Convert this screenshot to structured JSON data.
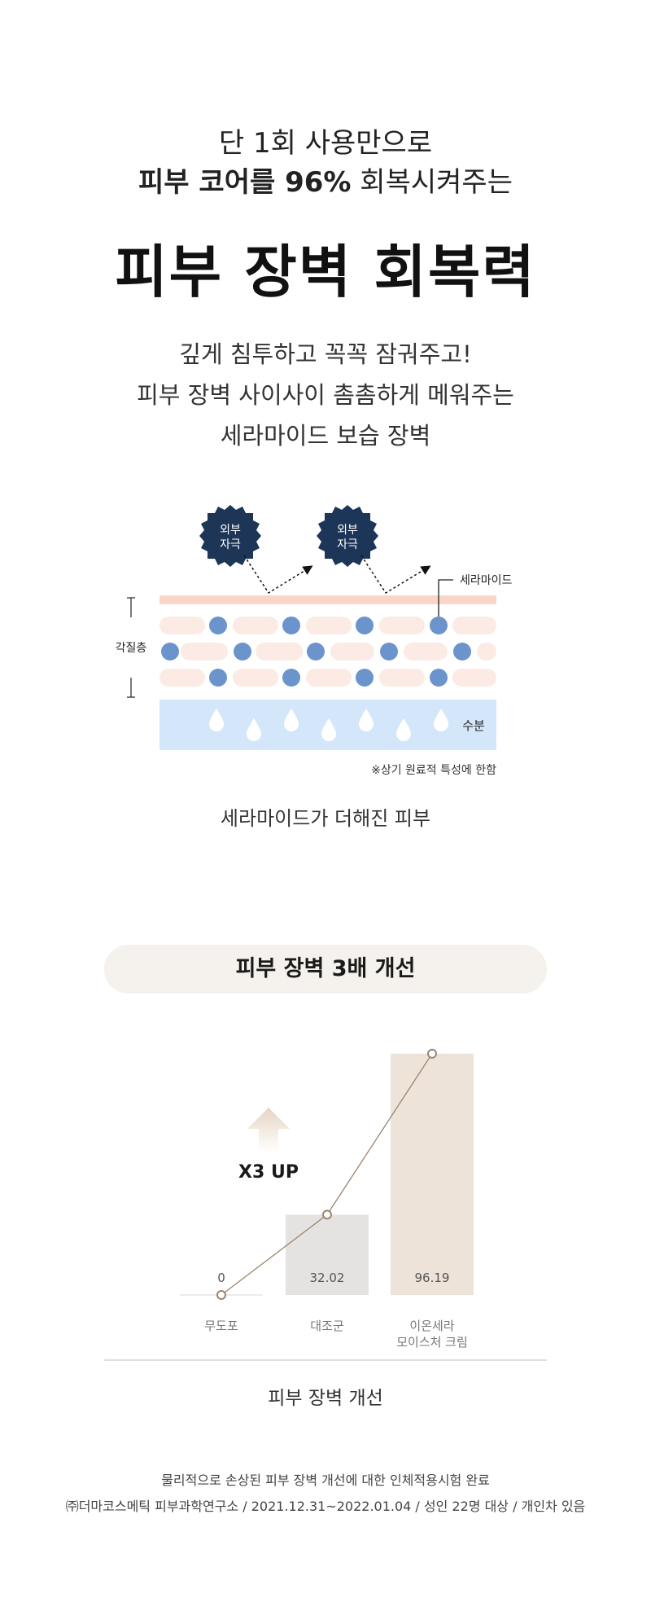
{
  "headline": {
    "line1": "단 1회 사용만으로",
    "line2_bold": "피부 코어를 96%",
    "line2_rest": " 회복시켜주는",
    "main": "피부 장벽 회복력"
  },
  "subtext": [
    "깊게 침투하고 꼭꼭 잠궈주고!",
    "피부 장벽 사이사이 촘촘하게 메워주는",
    "세라마이드 보습 장벽"
  ],
  "diagram": {
    "badge_line1": "외부",
    "badge_line2": "자극",
    "ceramide_label": "세라마이드",
    "stratum_label": "각질층",
    "moisture_label": "수분",
    "note": "※상기 원료적 특성에 한함",
    "caption": "세라마이드가 더해진 피부",
    "colors": {
      "badge": "#1d3557",
      "ceramide_dot": "#6b94cc",
      "lipid_cell": "#fcebe4",
      "top_layer": "#f9d7c8",
      "moisture": "#d4e7fa"
    }
  },
  "chart_title": "피부 장벽 3배 개선",
  "chart_data": {
    "type": "bar",
    "categories": [
      "무도포",
      "대조군",
      "이온세라 모이스처 크림"
    ],
    "category_lines": [
      [
        "무도포"
      ],
      [
        "대조군"
      ],
      [
        "이온세라",
        "모이스처 크림"
      ]
    ],
    "values": [
      0,
      32.02,
      96.19
    ],
    "value_labels": [
      "0",
      "32.02",
      "96.19"
    ],
    "xlabel": "피부 장벽 개선",
    "ylim": [
      0,
      100
    ],
    "annotation": "X3 UP",
    "overlay_line": true,
    "grid": false,
    "legend": "none",
    "colors": {
      "bar_control": "#e5e3e1",
      "bar_product": "#ede3d9",
      "line": "#9b8570",
      "arrow": "#e6d5c3"
    }
  },
  "footnote": {
    "line1": "물리적으로 손상된 피부 장벽 개선에 대한 인체적용시험 완료",
    "line2": "㈜더마코스메틱 피부과학연구소 / 2021.12.31~2022.01.04 / 성인 22명 대상 / 개인차 있음"
  }
}
